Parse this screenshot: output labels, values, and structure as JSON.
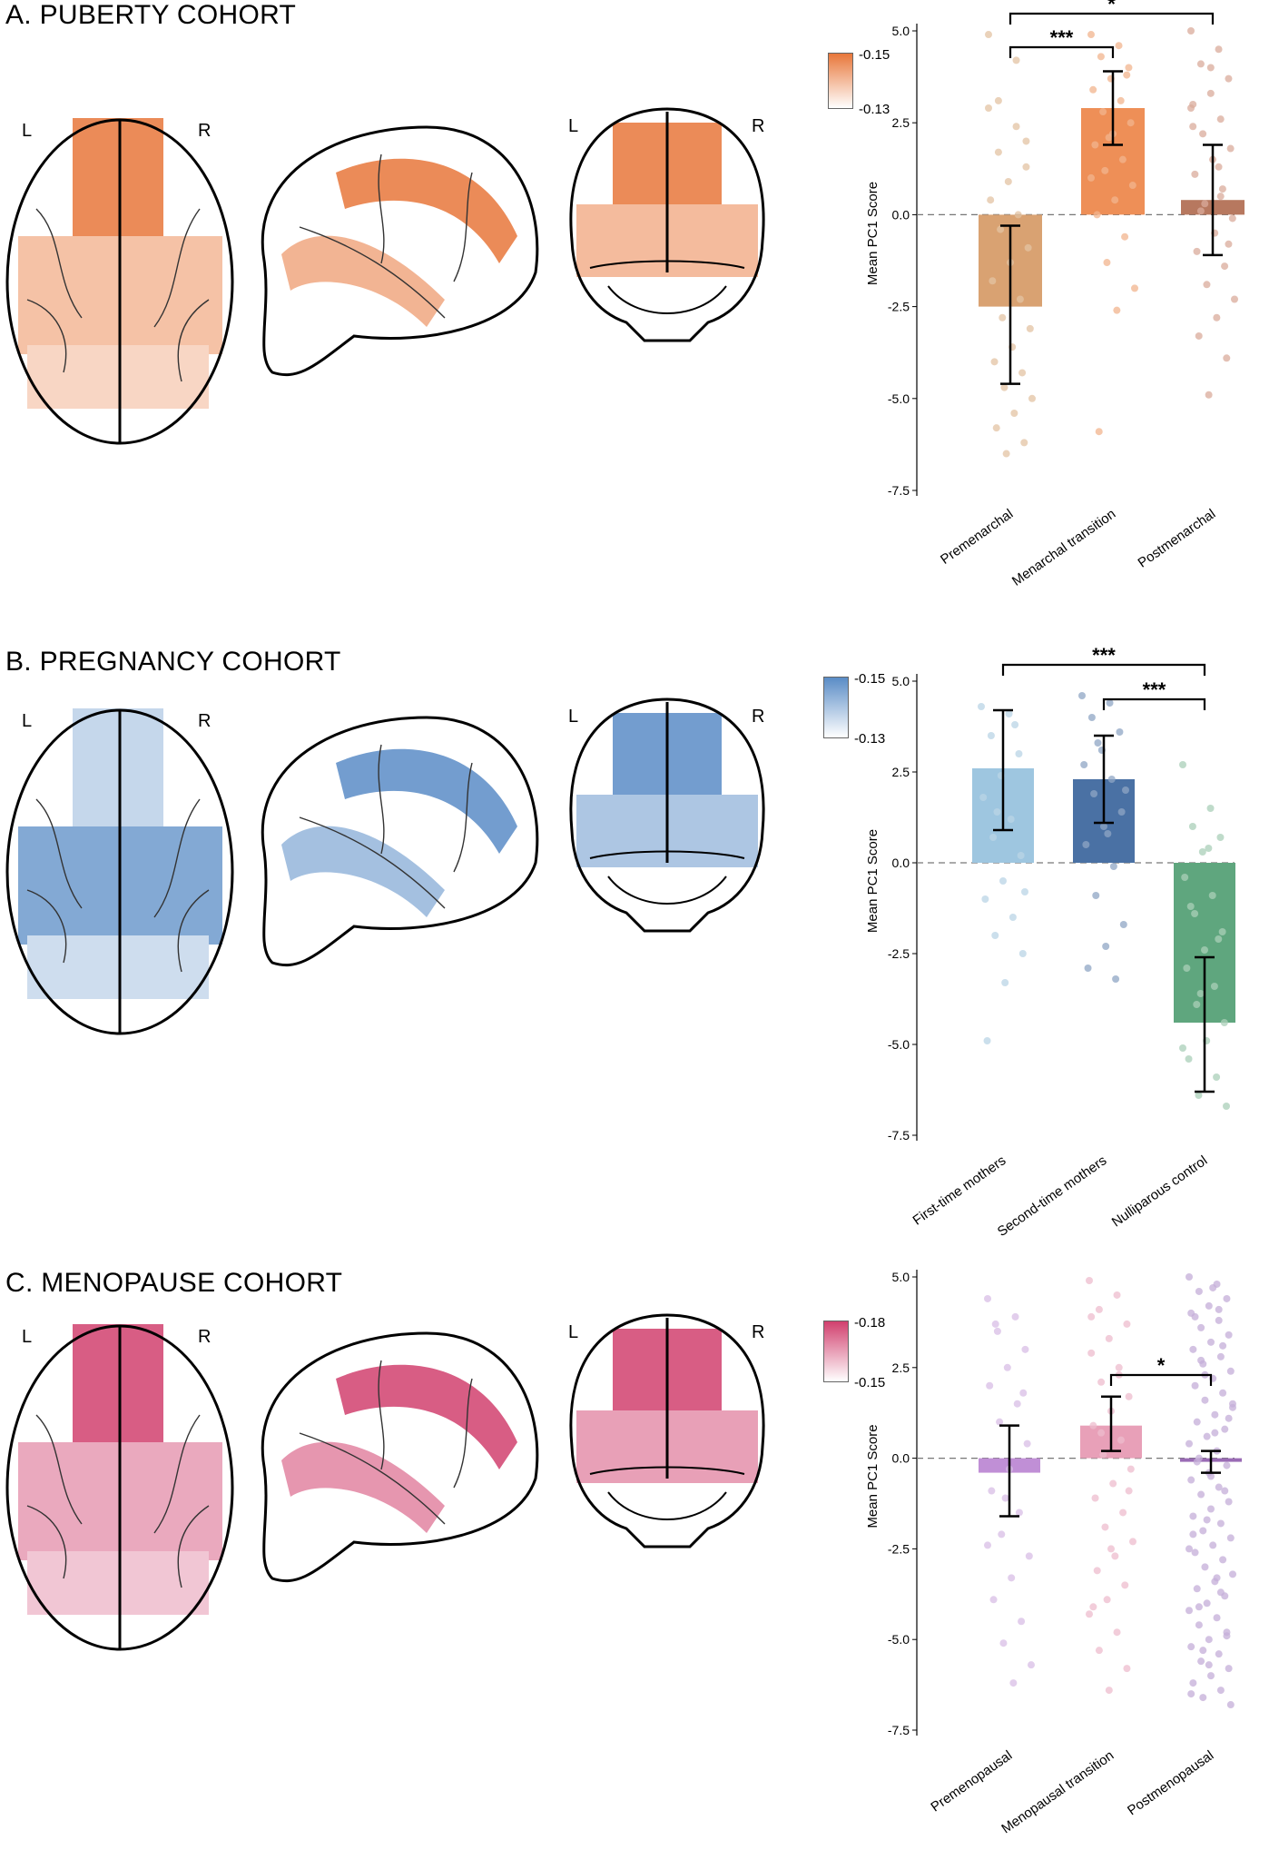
{
  "side_labels": {
    "left": "L",
    "right": "R"
  },
  "panels": [
    {
      "key": "puberty",
      "title": "A. PUBERTY COHORT",
      "colorbar": {
        "max_label": "-0.15",
        "min_label": "-0.13",
        "color": "#e8773a"
      },
      "brain_color": "#e8773a"
    },
    {
      "key": "pregnancy",
      "title": "B. PREGNANCY COHORT",
      "colorbar": {
        "max_label": "-0.15",
        "min_label": "-0.13",
        "color": "#5a8cc6"
      },
      "brain_color": "#5a8cc6"
    },
    {
      "key": "menopause",
      "title": "C. MENOPAUSE COHORT",
      "colorbar": {
        "max_label": "-0.18",
        "min_label": "-0.15",
        "color": "#d1406e"
      },
      "brain_color": "#d1406e"
    }
  ],
  "chart_data": [
    {
      "type": "bar",
      "categories": [
        "Premenarchal",
        "Menarchal transition",
        "Postmenarchal"
      ],
      "values": [
        -2.5,
        2.9,
        0.4
      ],
      "error_low": [
        -4.6,
        1.9,
        -1.1
      ],
      "error_high": [
        -0.3,
        3.9,
        1.9
      ],
      "colors": [
        "#d9a272",
        "#ee8f57",
        "#b7785f"
      ],
      "ylabel": "Mean PC1 Score",
      "ylim": [
        -7.5,
        5.0
      ],
      "yticks": [
        5.0,
        2.5,
        0.0,
        -2.5,
        -5.0,
        -7.5
      ],
      "ytick_labels": [
        "5.0",
        "2.5",
        "0.0",
        "-2.5",
        "-5.0",
        "-7.5"
      ],
      "significance": [
        {
          "from": 0,
          "to": 1,
          "label": "***"
        },
        {
          "from": 0,
          "to": 2,
          "label": "*"
        }
      ],
      "points": [
        [
          2.9,
          2.4,
          1.7,
          1.3,
          0.9,
          0.4,
          0.0,
          -0.4,
          -0.9,
          -1.3,
          -1.8,
          -2.3,
          -2.8,
          -3.1,
          -3.6,
          -4.0,
          -4.3,
          -4.7,
          -5.0,
          -5.4,
          -5.8,
          -6.2,
          -6.5,
          4.9,
          4.2,
          3.1,
          2.0
        ],
        [
          4.9,
          4.6,
          4.3,
          4.0,
          3.7,
          3.4,
          3.1,
          2.8,
          2.5,
          2.2,
          1.9,
          1.5,
          1.2,
          0.8,
          0.4,
          0.0,
          -0.6,
          -1.3,
          -2.0,
          -2.6,
          -5.9,
          3.8,
          2.1,
          1.0
        ],
        [
          5.0,
          4.5,
          4.1,
          3.7,
          3.3,
          3.0,
          2.6,
          2.2,
          1.8,
          1.5,
          1.1,
          0.7,
          0.3,
          -0.1,
          -0.5,
          -1.0,
          -1.4,
          -1.9,
          -2.3,
          -2.8,
          -3.3,
          -3.9,
          -4.9,
          2.9,
          1.3,
          0.1,
          -0.8,
          4.0,
          2.4,
          0.5
        ]
      ]
    },
    {
      "type": "bar",
      "categories": [
        "First-time mothers",
        "Second-time mothers",
        "Nulliparous control"
      ],
      "values": [
        2.6,
        2.3,
        -4.4
      ],
      "error_low": [
        0.9,
        1.1,
        -6.3
      ],
      "error_high": [
        4.2,
        3.5,
        -2.6
      ],
      "colors": [
        "#9ec6e0",
        "#4a71a4",
        "#5fa67e"
      ],
      "ylabel": "Mean PC1 Score",
      "ylim": [
        -7.5,
        5.0
      ],
      "yticks": [
        5.0,
        2.5,
        0.0,
        -2.5,
        -5.0,
        -7.5
      ],
      "ytick_labels": [
        "5.0",
        "2.5",
        "0.0",
        "-2.5",
        "-5.0",
        "-7.5"
      ],
      "significance": [
        {
          "from": 1,
          "to": 2,
          "label": "***"
        },
        {
          "from": 0,
          "to": 2,
          "label": "***"
        }
      ],
      "points": [
        [
          4.3,
          4.1,
          3.5,
          3.0,
          2.4,
          1.8,
          1.2,
          0.7,
          0.2,
          -0.5,
          -1.0,
          -1.5,
          -2.0,
          -2.5,
          -3.3,
          -4.9,
          3.8,
          1.4,
          -0.8
        ],
        [
          4.6,
          4.4,
          4.0,
          3.6,
          3.1,
          2.7,
          2.3,
          1.9,
          1.4,
          1.0,
          0.5,
          -0.1,
          -0.9,
          -1.7,
          -2.3,
          -2.9,
          -3.2,
          3.3,
          2.0,
          0.8
        ],
        [
          2.7,
          1.5,
          1.0,
          0.7,
          0.3,
          -0.4,
          -0.9,
          -1.4,
          -1.9,
          -2.4,
          -2.9,
          -3.4,
          -3.9,
          -4.4,
          -4.9,
          -5.4,
          -5.9,
          -6.4,
          -6.7,
          0.4,
          -1.2,
          -2.1,
          -3.6,
          -5.1
        ]
      ]
    },
    {
      "type": "bar",
      "categories": [
        "Premenopausal",
        "Menopausal transition",
        "Postmenopausal"
      ],
      "values": [
        -0.4,
        0.9,
        -0.1
      ],
      "error_low": [
        -1.6,
        0.2,
        -0.4
      ],
      "error_high": [
        0.9,
        1.7,
        0.2
      ],
      "colors": [
        "#c08fd6",
        "#e8a0b8",
        "#9a6bb5"
      ],
      "ylabel": "Mean PC1 Score",
      "ylim": [
        -7.5,
        5.0
      ],
      "yticks": [
        5.0,
        2.5,
        0.0,
        -2.5,
        -5.0,
        -7.5
      ],
      "ytick_labels": [
        "5.0",
        "2.5",
        "0.0",
        "-2.5",
        "-5.0",
        "-7.5"
      ],
      "significance": [
        {
          "from": 1,
          "to": 2,
          "label": "*"
        }
      ],
      "points": [
        [
          4.4,
          3.9,
          3.5,
          3.0,
          2.5,
          2.0,
          1.5,
          1.0,
          0.4,
          -0.3,
          -0.9,
          -1.5,
          -2.1,
          -2.7,
          -3.3,
          -3.9,
          -4.5,
          -5.1,
          -5.7,
          -6.2,
          3.7,
          1.8,
          -1.1,
          -2.4
        ],
        [
          4.9,
          4.5,
          4.1,
          3.7,
          3.3,
          2.9,
          2.5,
          2.1,
          1.7,
          1.3,
          0.9,
          0.5,
          0.1,
          -0.3,
          -0.7,
          -1.1,
          -1.5,
          -1.9,
          -2.3,
          -2.7,
          -3.1,
          -3.5,
          -3.9,
          -4.3,
          -4.8,
          -5.3,
          -5.8,
          -6.4,
          3.9,
          2.3,
          0.7,
          -0.9,
          -2.5,
          -4.1
        ],
        [
          5.0,
          4.8,
          4.6,
          4.4,
          4.2,
          4.0,
          3.8,
          3.6,
          3.4,
          3.2,
          3.0,
          2.8,
          2.6,
          2.4,
          2.2,
          2.0,
          1.8,
          1.6,
          1.4,
          1.2,
          1.0,
          0.8,
          0.6,
          0.4,
          0.2,
          0.0,
          -0.2,
          -0.4,
          -0.6,
          -0.8,
          -1.0,
          -1.2,
          -1.4,
          -1.6,
          -1.8,
          -2.0,
          -2.2,
          -2.4,
          -2.6,
          -2.8,
          -3.0,
          -3.2,
          -3.4,
          -3.6,
          -3.8,
          -4.0,
          -4.2,
          -4.4,
          -4.6,
          -4.8,
          -5.0,
          -5.2,
          -5.4,
          -5.6,
          -5.8,
          -6.0,
          -6.2,
          -6.4,
          -6.6,
          -6.8,
          4.7,
          3.9,
          3.1,
          2.3,
          1.5,
          0.7,
          -0.1,
          -0.9,
          -1.7,
          -2.5,
          -3.3,
          -4.1,
          -4.9,
          -5.7,
          -6.5,
          4.1,
          2.7,
          1.1,
          -0.5,
          -2.1,
          -3.7,
          -5.3
        ]
      ]
    }
  ]
}
